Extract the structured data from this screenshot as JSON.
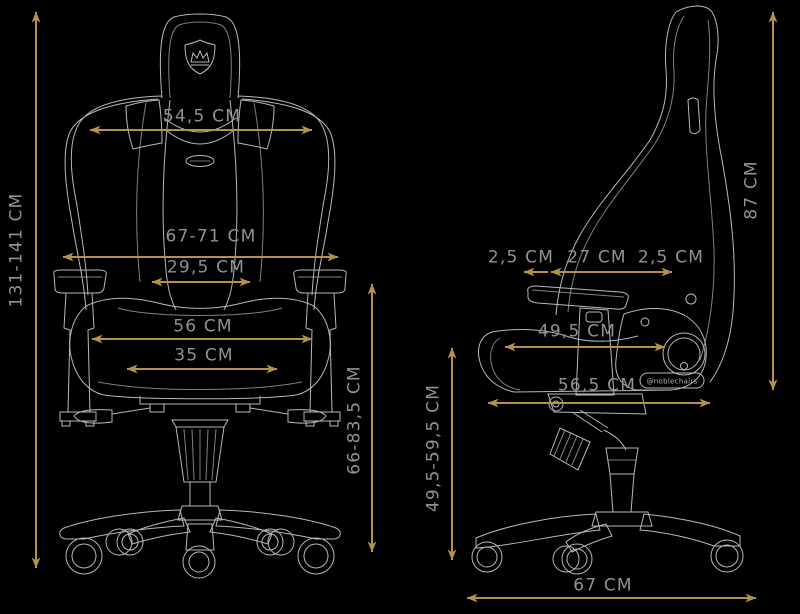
{
  "page": {
    "description": "Gaming chair size diagram, front and side views",
    "unit": "CM"
  },
  "colors": {
    "background": "#000000",
    "arrow": "#b5914a",
    "line_art": "#c9c9c9",
    "label": "#929292",
    "badge_text": "#b5b5b5"
  },
  "front_view": {
    "name": "front-view",
    "dimensions": {
      "headrest_width": {
        "label": "54,5 CM",
        "orientation": "horizontal"
      },
      "overall_width": {
        "label": "67-71 CM",
        "orientation": "horizontal"
      },
      "backrest_width": {
        "label": "29,5 CM",
        "orientation": "horizontal"
      },
      "seat_width_total": {
        "label": "56 CM",
        "orientation": "horizontal"
      },
      "seat_width_inner": {
        "label": "35 CM",
        "orientation": "horizontal"
      },
      "overall_height": {
        "label": "131-141 CM",
        "orientation": "vertical"
      },
      "backrest_seat_height": {
        "label": "66-83,5 CM",
        "orientation": "vertical"
      }
    }
  },
  "side_view": {
    "name": "side-view",
    "dimensions": {
      "armrest_gap_front": {
        "label": "2,5 CM",
        "orientation": "horizontal"
      },
      "armrest_length": {
        "label": "27 CM",
        "orientation": "horizontal"
      },
      "armrest_gap_rear": {
        "label": "2,5 CM",
        "orientation": "horizontal"
      },
      "backrest_height": {
        "label": "87 CM",
        "orientation": "vertical"
      },
      "seat_depth": {
        "label": "49,5 CM",
        "orientation": "horizontal"
      },
      "seat_depth_total": {
        "label": "56,5 CM",
        "orientation": "horizontal"
      },
      "seat_height_range": {
        "label": "49,5-59,5 CM",
        "orientation": "vertical"
      },
      "base_width": {
        "label": "67 CM",
        "orientation": "horizontal"
      }
    },
    "branding": {
      "seat_badge": "@noblechairs"
    }
  }
}
